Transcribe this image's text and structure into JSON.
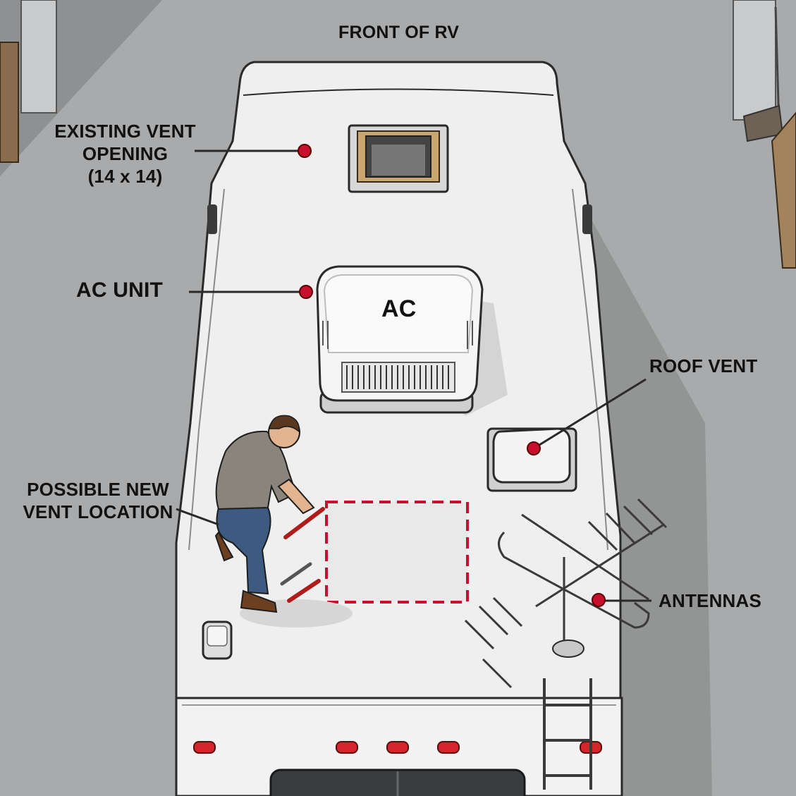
{
  "diagram": {
    "header": "FRONT OF RV",
    "labels": {
      "existing_vent_line1": "EXISTING VENT",
      "existing_vent_line2": "OPENING",
      "existing_vent_line3": "(14 x 14)",
      "ac_unit": "AC UNIT",
      "roof_vent": "ROOF VENT",
      "possible_line1": "POSSIBLE NEW",
      "possible_line2": "VENT LOCATION",
      "antennas": "ANTENNAS"
    },
    "ac_cover_text": "AC"
  },
  "colors": {
    "background": "#a9aaab",
    "roof": "#eeeeee",
    "accent_red": "#c8102e",
    "outline": "#2a2a2a"
  }
}
